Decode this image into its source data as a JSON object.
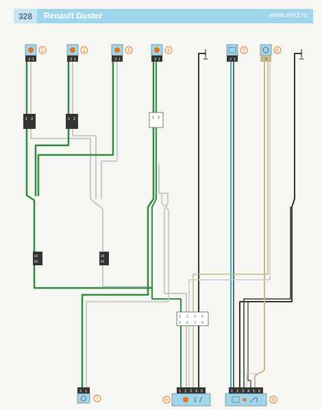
{
  "header": {
    "page_number": "328",
    "book_title": "Renault Duster",
    "site": "www.rim3.ru"
  },
  "components": [
    {
      "callout": "1",
      "pins": [
        "3",
        "1"
      ]
    },
    {
      "callout": "2",
      "pins": [
        "3",
        "1"
      ]
    },
    {
      "callout": "3",
      "pins": [
        "3",
        "1"
      ]
    },
    {
      "callout": "4",
      "pins": [
        "3",
        "1"
      ]
    },
    {
      "callout": "5",
      "pins": [
        "2",
        "1"
      ]
    },
    {
      "callout": "6",
      "pins": [
        "1"
      ]
    },
    {
      "callout": "7",
      "pins": [
        "2",
        "1"
      ]
    },
    {
      "callout": "8",
      "pins": [
        "1",
        "2",
        "3",
        "4",
        "5"
      ]
    },
    {
      "callout": "9",
      "pins": [
        "1",
        "2",
        "3",
        "4",
        "5",
        "6"
      ]
    }
  ],
  "wire_colors": {
    "green": "#2f8a3f",
    "white": "#c9c9c9",
    "black": "#333333",
    "blue": "#3aa6c7",
    "beige": "#c6b98a",
    "callout": "#e5761b"
  },
  "inline_connectors": [
    {
      "pins": [
        "1",
        "2"
      ]
    },
    {
      "pins": [
        "1",
        "2"
      ]
    },
    {
      "pins": [
        "1",
        "2"
      ]
    },
    {
      "pins": [
        "19",
        "20"
      ]
    },
    {
      "pins": [
        "19",
        "20"
      ]
    }
  ],
  "junction_block": {
    "pins": [
      "1",
      "2",
      "3",
      "4",
      "5",
      "6",
      "7",
      "8"
    ]
  }
}
